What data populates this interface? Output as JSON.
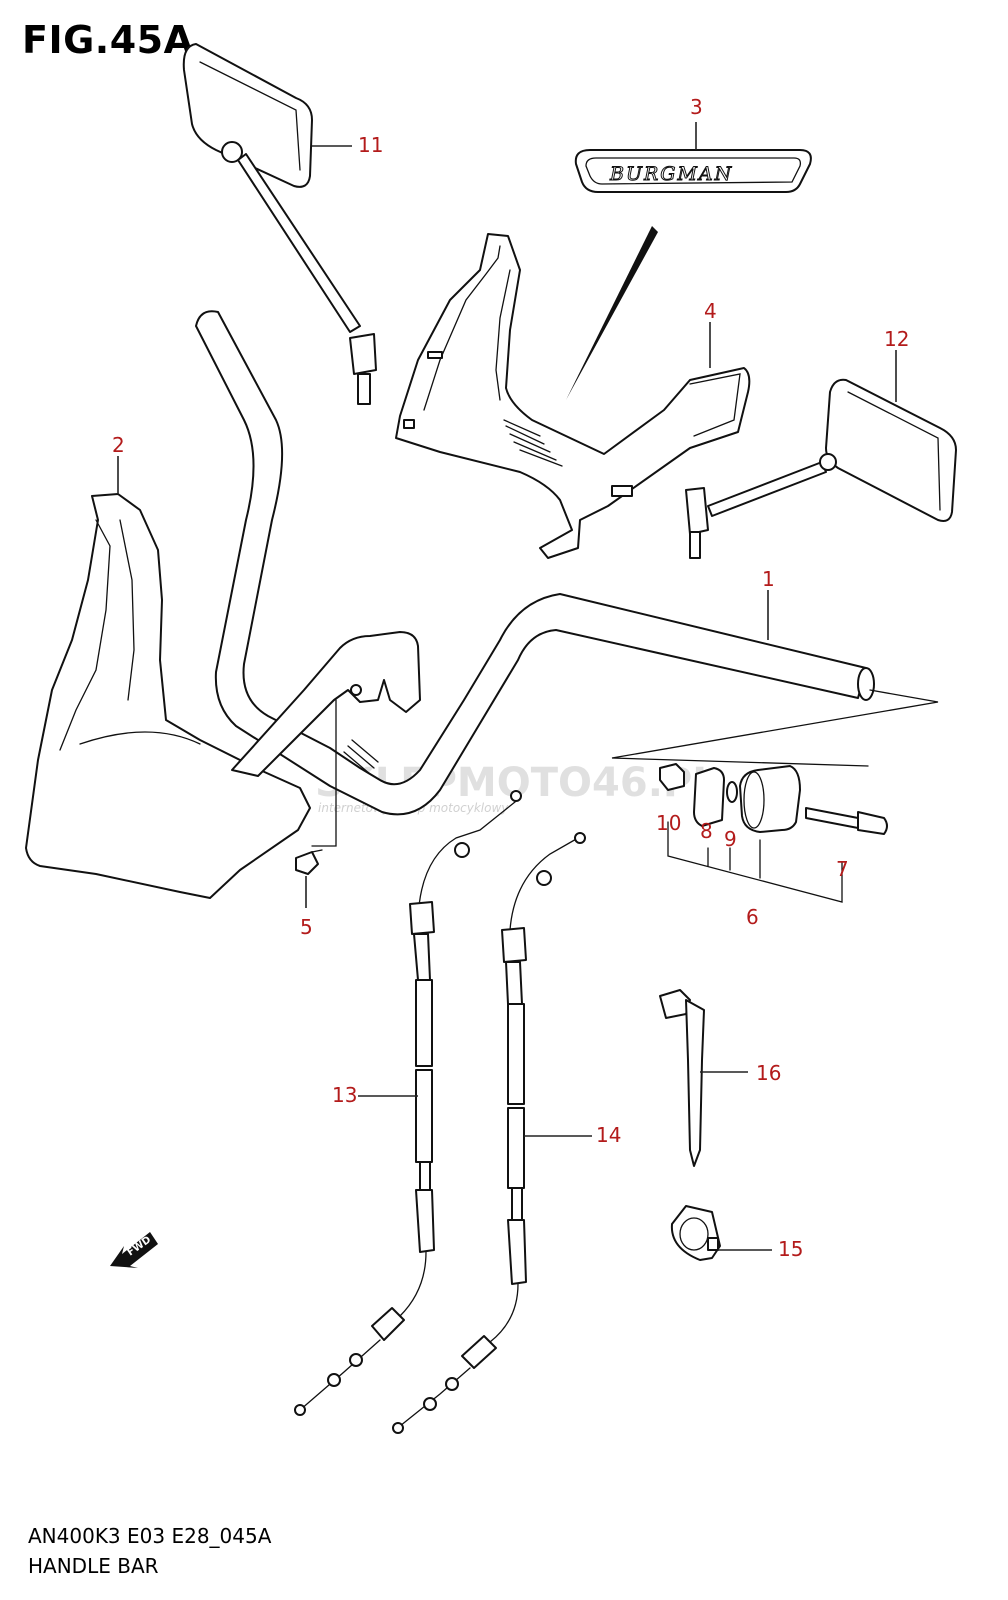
{
  "figure": {
    "title": "FIG.45A",
    "model_code": "AN400K3 E03 E28_045A",
    "caption": "HANDLE BAR"
  },
  "emblem_text": "BURGMAN",
  "fwd_label": "FWD",
  "watermark": {
    "main": "SKLEPMOTO46.PL",
    "sub": "internetowy sklep motocyklowy"
  },
  "callouts": [
    {
      "id": "1",
      "label": "1"
    },
    {
      "id": "2",
      "label": "2"
    },
    {
      "id": "3",
      "label": "3"
    },
    {
      "id": "4",
      "label": "4"
    },
    {
      "id": "5",
      "label": "5"
    },
    {
      "id": "6",
      "label": "6"
    },
    {
      "id": "7",
      "label": "7"
    },
    {
      "id": "8",
      "label": "8"
    },
    {
      "id": "9",
      "label": "9"
    },
    {
      "id": "10",
      "label": "10"
    },
    {
      "id": "11",
      "label": "11"
    },
    {
      "id": "12",
      "label": "12"
    },
    {
      "id": "13",
      "label": "13"
    },
    {
      "id": "14",
      "label": "14"
    },
    {
      "id": "15",
      "label": "15"
    },
    {
      "id": "16",
      "label": "16"
    }
  ],
  "colors": {
    "callout": "#b31b1b",
    "line": "#111111",
    "watermark": "#c8c8c8"
  }
}
